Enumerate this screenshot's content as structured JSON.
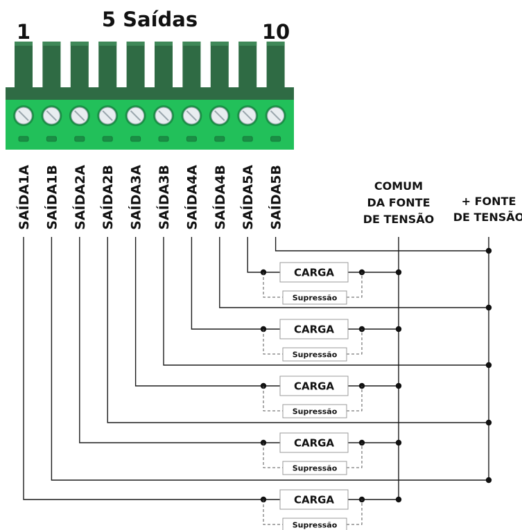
{
  "title": "5 Saídas",
  "pin_first": "1",
  "pin_last": "10",
  "terminals": [
    "SAÍDA1A",
    "SAÍDA1B",
    "SAÍDA2A",
    "SAÍDA2B",
    "SAÍDA3A",
    "SAÍDA3B",
    "SAÍDA4A",
    "SAÍDA4B",
    "SAÍDA5A",
    "SAÍDA5B"
  ],
  "common_label": [
    "COMUM",
    "DA FONTE",
    "DE TENSÃO"
  ],
  "positive_label": [
    "+ FONTE",
    "DE TENSÃO"
  ],
  "load_label": "CARGA",
  "suppression_label": "Supressão",
  "colors": {
    "connector_dark": "#2f6b44",
    "connector_light": "#22c05a",
    "screw": "#e8edf0",
    "wire": "#1a1a1a"
  }
}
